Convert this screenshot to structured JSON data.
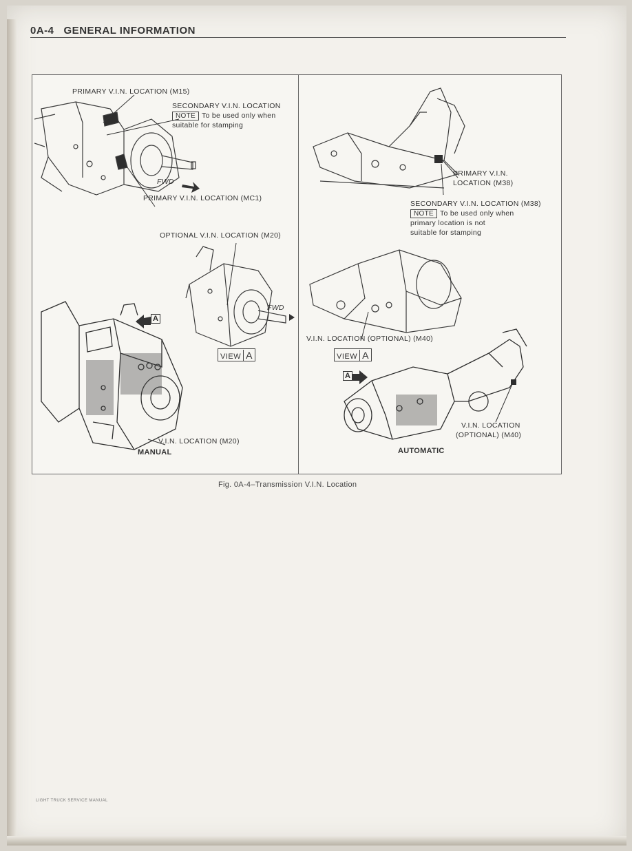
{
  "header": {
    "section_number": "0A-4",
    "section_title": "GENERAL INFORMATION"
  },
  "figure": {
    "caption": "Fig. 0A-4–Transmission V.I.N. Location",
    "manual": {
      "panel_label": "MANUAL",
      "primary_m15": "PRIMARY V.I.N. LOCATION (M15)",
      "secondary_title": "SECONDARY V.I.N. LOCATION",
      "note_label": "NOTE",
      "secondary_note_line1": "To be used only when",
      "secondary_note_line2": "suitable for stamping",
      "fwd": "FWD",
      "primary_mc1": "PRIMARY V.I.N. LOCATION (MC1)",
      "optional_m20": "OPTIONAL V.I.N. LOCATION (M20)",
      "fwd_2": "FWD",
      "view_word": "VIEW",
      "view_letter": "A",
      "arrow_letter": "A",
      "vin_m20": "V.I.N. LOCATION (M20)"
    },
    "automatic": {
      "panel_label": "AUTOMATIC",
      "primary_m38_line1": "PRIMARY V.I.N.",
      "primary_m38_line2": "LOCATION (M38)",
      "secondary_m38": "SECONDARY V.I.N. LOCATION (M38)",
      "note_label": "NOTE",
      "secondary_note_line1": "To be used only when",
      "secondary_note_line2": "primary location is not",
      "secondary_note_line3": "suitable for stamping",
      "vin_optional_m40": "V.I.N. LOCATION (OPTIONAL) (M40)",
      "view_word": "VIEW",
      "view_letter": "A",
      "arrow_letter": "A",
      "vin_location_line1": "V.I.N. LOCATION",
      "vin_location_line2": "(OPTIONAL) (M40)"
    }
  },
  "footer": {
    "text": "LIGHT TRUCK SERVICE MANUAL"
  }
}
